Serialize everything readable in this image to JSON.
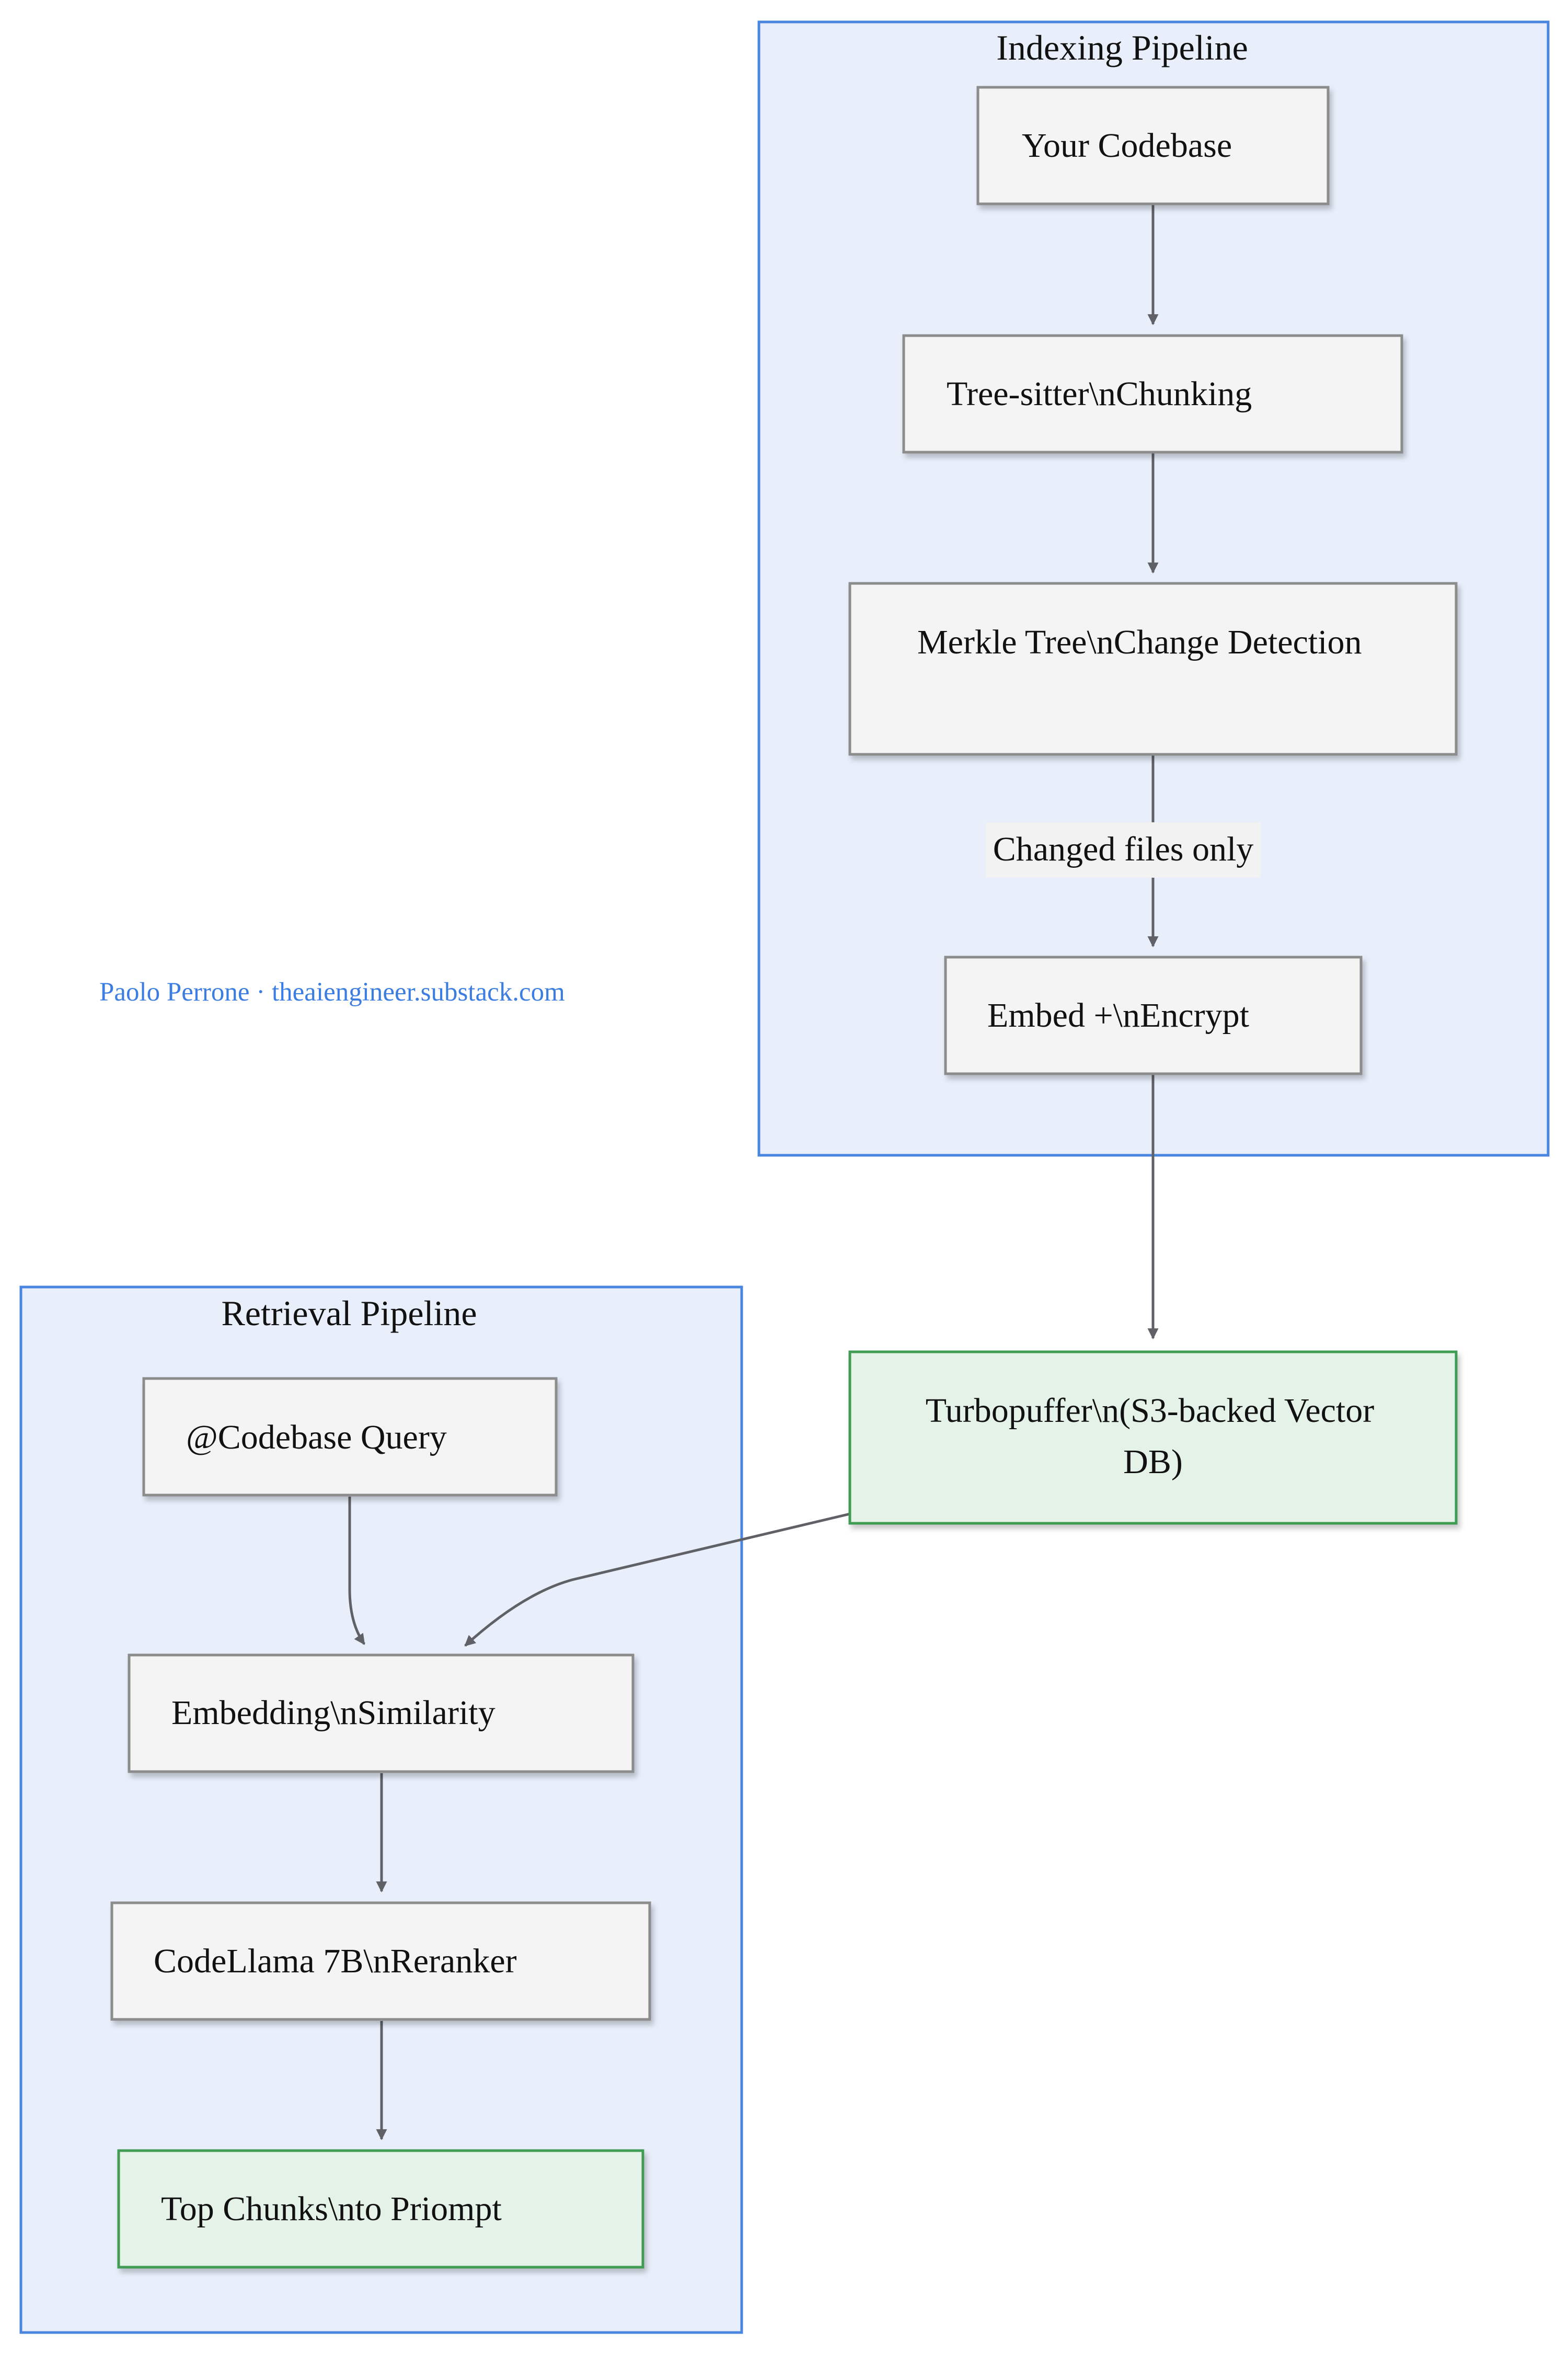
{
  "clusters": {
    "indexing": {
      "title": "Indexing Pipeline"
    },
    "retrieval": {
      "title": "Retrieval Pipeline"
    }
  },
  "nodes": {
    "your_codebase": "Your Codebase",
    "tree_sitter": "Tree-sitter\\nChunking",
    "merkle_tree": "Merkle Tree\\nChange Detection",
    "embed_encrypt": "Embed +\\nEncrypt",
    "turbopuffer_line1": "Turbopuffer\\n(S3-backed Vector",
    "turbopuffer_line2": "DB)",
    "codebase_query": "@Codebase Query",
    "embedding_similarity": "Embedding\\nSimilarity",
    "codellama": "CodeLlama 7B\\nReranker",
    "top_chunks": "Top Chunks\\nto Priompt"
  },
  "edge_labels": {
    "changed_files": "Changed files only"
  },
  "credit": "Paolo Perrone · theaiengineer.substack.com",
  "colors": {
    "cluster_fill": "#e8effb",
    "cluster_border": "#4a86e0",
    "node_fill": "#f4f4f4",
    "node_border": "#8c8c8c",
    "highlight_fill": "#e4f2e7",
    "highlight_border": "#3f9b52",
    "edge": "#5f6166",
    "credit_text": "#3b7de0"
  }
}
